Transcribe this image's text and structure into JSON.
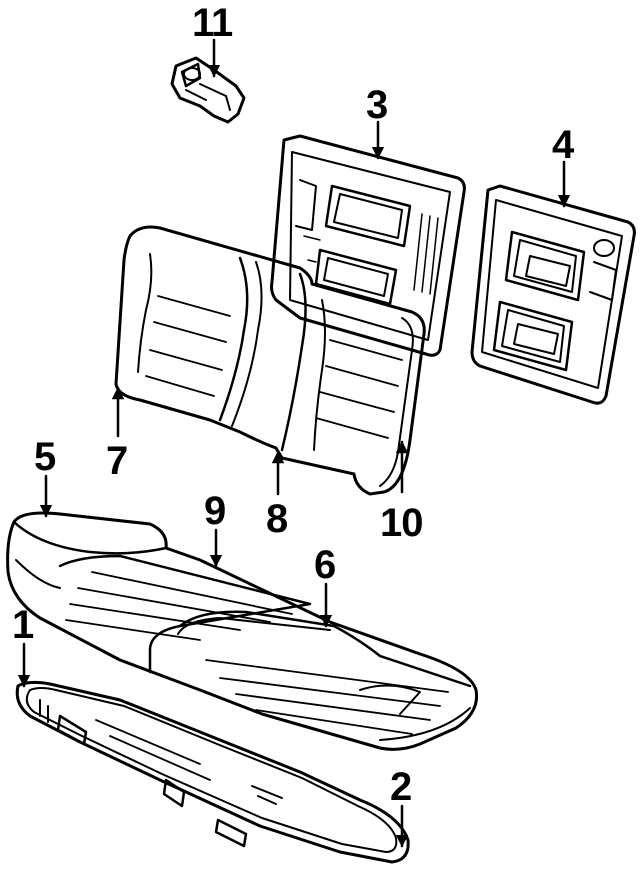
{
  "diagram": {
    "callouts": [
      {
        "id": "11",
        "text": "11"
      },
      {
        "id": "3",
        "text": "3"
      },
      {
        "id": "4",
        "text": "4"
      },
      {
        "id": "5",
        "text": "5"
      },
      {
        "id": "7",
        "text": "7"
      },
      {
        "id": "8",
        "text": "8"
      },
      {
        "id": "9",
        "text": "9"
      },
      {
        "id": "10",
        "text": "10"
      },
      {
        "id": "6",
        "text": "6"
      },
      {
        "id": "1",
        "text": "1"
      },
      {
        "id": "2",
        "text": "2"
      }
    ],
    "parts": [
      {
        "name": "bracket",
        "icon": "bracket-icon"
      },
      {
        "name": "seat-back-frame-left",
        "icon": "seat-frame-icon"
      },
      {
        "name": "seat-back-frame-right",
        "icon": "seat-frame-icon"
      },
      {
        "name": "seat-back-cushion",
        "icon": "seat-back-icon"
      },
      {
        "name": "seat-cushion",
        "icon": "seat-cushion-icon"
      },
      {
        "name": "seat-pan",
        "icon": "seat-pan-icon"
      }
    ]
  }
}
